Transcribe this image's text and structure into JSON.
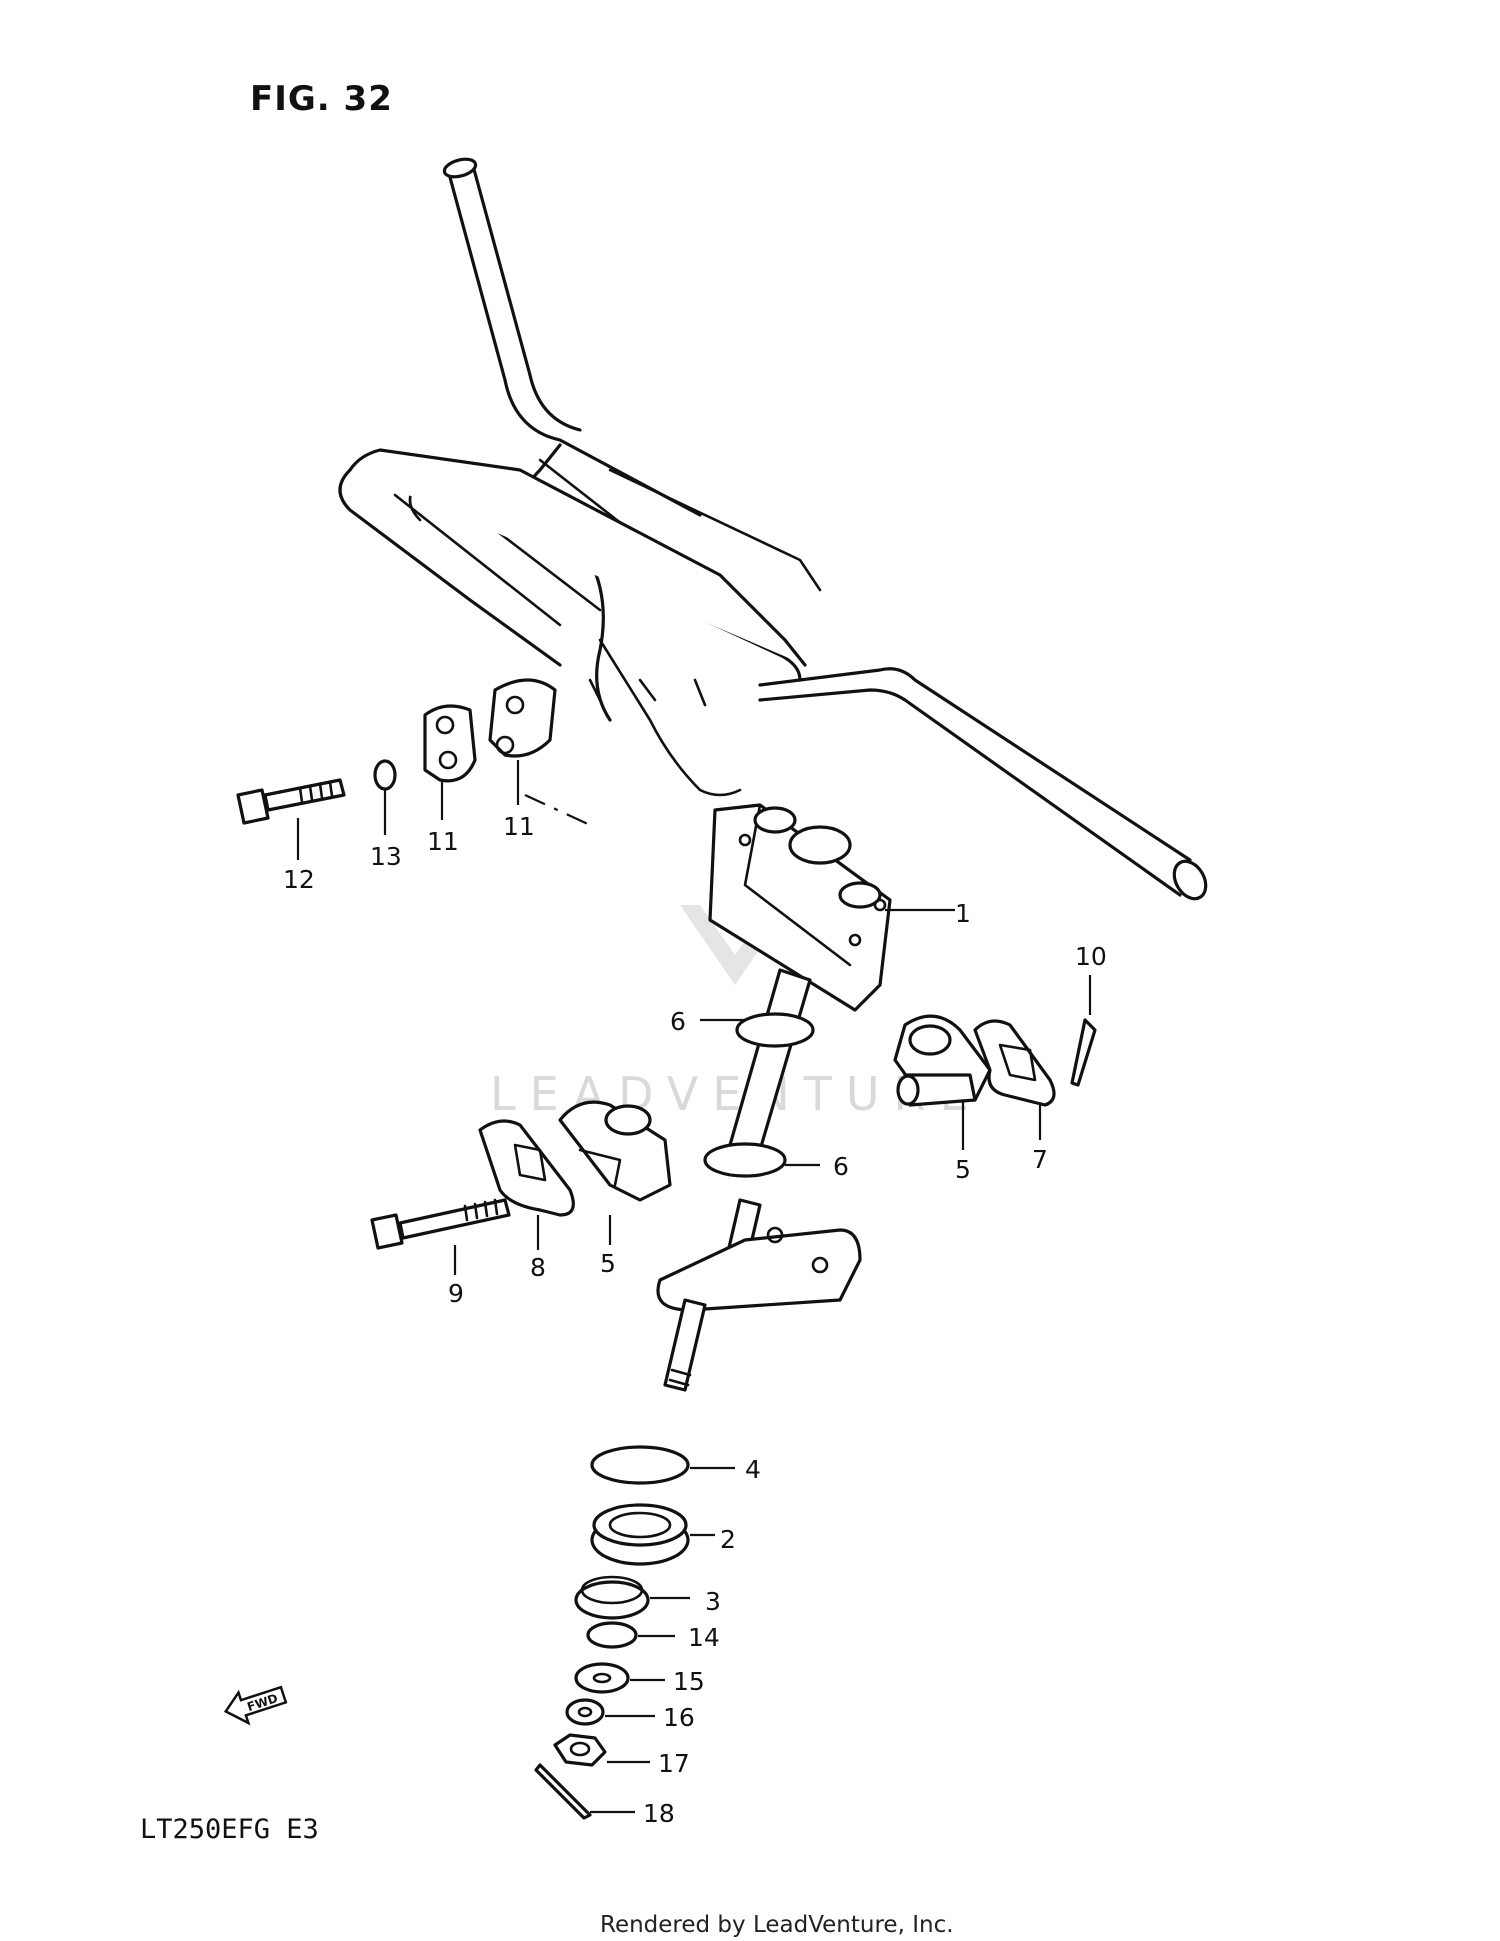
{
  "figure_title": "FIG. 32",
  "model_code": "LT250EFG  E3",
  "footer": "Rendered by LeadVenture, Inc.",
  "watermark": "LEADVENTURE",
  "fwd_label": "FWD",
  "callouts": {
    "c1": "1",
    "c2": "2",
    "c3": "3",
    "c4": "4",
    "c5a": "5",
    "c5b": "5",
    "c6a": "6",
    "c6b": "6",
    "c7": "7",
    "c8": "8",
    "c9": "9",
    "c10": "10",
    "c11a": "11",
    "c11b": "11",
    "c12": "12",
    "c13": "13",
    "c14": "14",
    "c15": "15",
    "c16": "16",
    "c17": "17",
    "c18": "18"
  }
}
